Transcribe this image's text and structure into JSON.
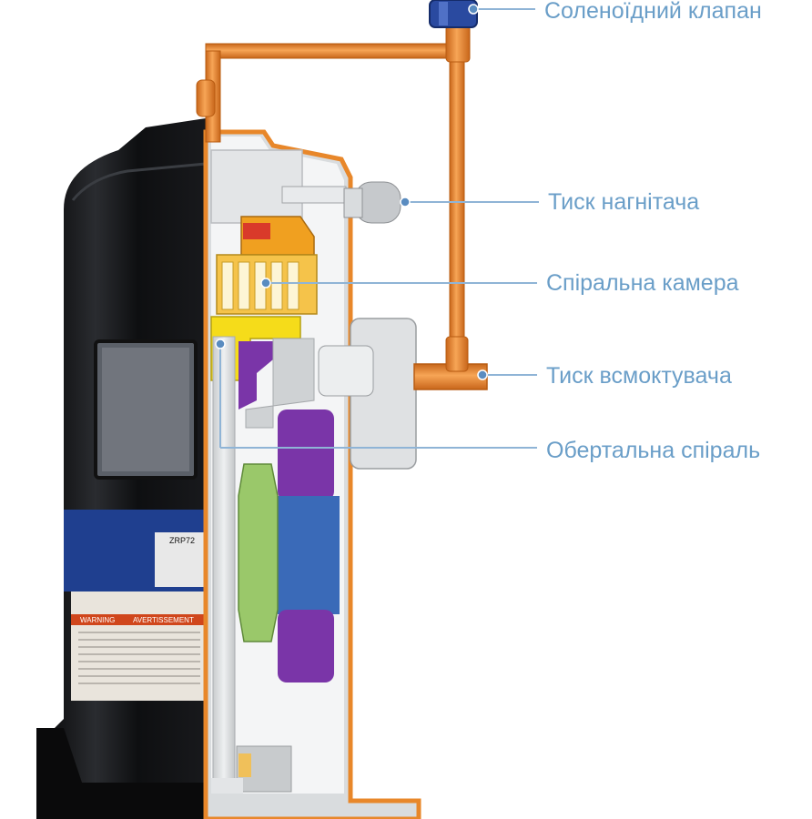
{
  "labels": {
    "solenoid_valve": "Соленоїдний клапан",
    "discharge_pressure": "Тиск нагнітача",
    "scroll_chamber": "Спіральна камера",
    "suction_pressure": "Тиск всмоктувача",
    "orbiting_scroll": "Обертальна спіраль"
  },
  "nameplate": {
    "model": "ZRP72",
    "warning_left": "WARNING",
    "warning_right": "AVERTISSEMENT"
  },
  "colors": {
    "label_text": "#6a9ec8",
    "leader_line": "#8fb4d6",
    "pipe": "#e8872a",
    "pipe_dark": "#b85c12",
    "shell": "#0c0c0e",
    "blue_band": "#1f3f8f",
    "solenoid_blue": "#2a4aa0",
    "scroll_orange": "#f0a020",
    "scroll_yellow": "#f5dc1a",
    "purple": "#7a35a8",
    "stator_blue": "#3a6ab8",
    "rotor_green": "#9ac86a",
    "cutaway_grey": "#d9dcde"
  }
}
